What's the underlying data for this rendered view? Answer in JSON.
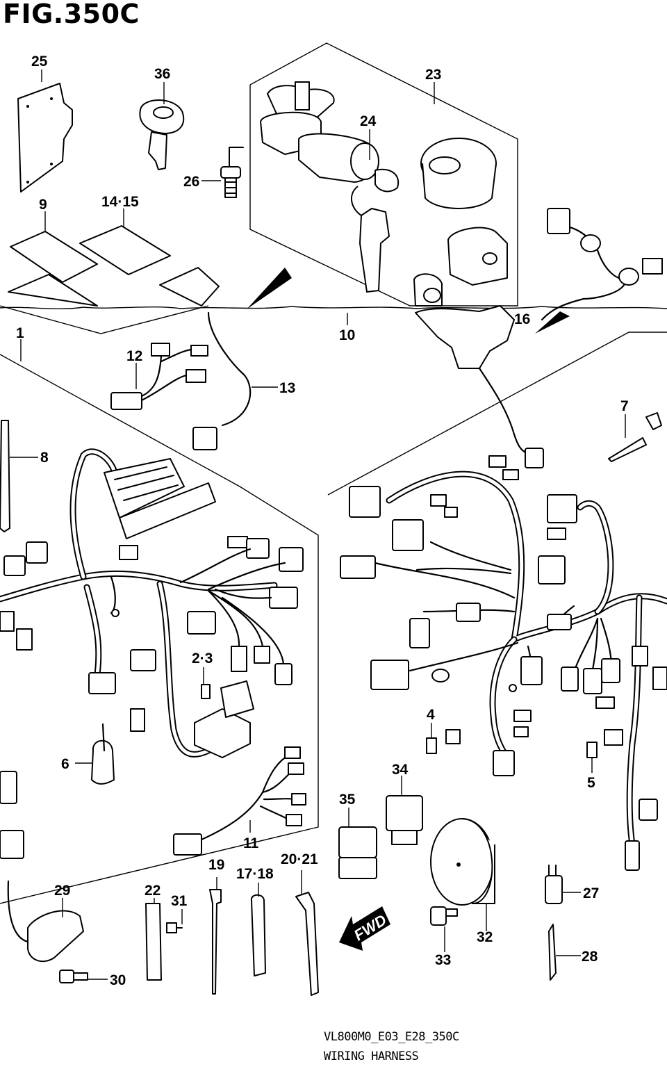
{
  "figure": {
    "title": "FIG.350C",
    "model_code": "VL800M0_E03_E28_350C",
    "caption": "WIRING HARNESS",
    "direction_label": "FWD"
  },
  "part_labels": {
    "p1": "1",
    "p2_3": "2·3",
    "p4": "4",
    "p5": "5",
    "p6": "6",
    "p7": "7",
    "p8": "8",
    "p9": "9",
    "p10": "10",
    "p11": "11",
    "p12": "12",
    "p13": "13",
    "p14_15": "14·15",
    "p16": "16",
    "p17_18": "17·18",
    "p19": "19",
    "p20_21": "20·21",
    "p22": "22",
    "p23": "23",
    "p24": "24",
    "p25": "25",
    "p26": "26",
    "p27": "27",
    "p28": "28",
    "p29": "29",
    "p30": "30",
    "p31": "31",
    "p32": "32",
    "p33": "33",
    "p34": "34",
    "p35": "35",
    "p36": "36"
  },
  "icons": [
    "ignition-switch-icon",
    "key-icon",
    "wiring-harness-icon",
    "horn-icon",
    "relay-icon",
    "fuse-box-icon",
    "cable-tie-icon",
    "fwd-arrow-icon"
  ]
}
